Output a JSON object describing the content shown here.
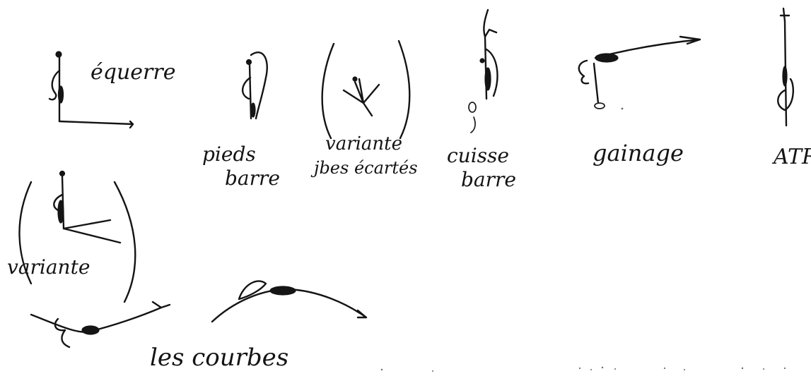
{
  "labels": {
    "equerre": "équerre",
    "pieds_line1": "pieds",
    "pieds_line2": "barre",
    "variante_pieds_line1": "variante",
    "variante_pieds_line2": "jbes écartés",
    "cuisse_line1": "cuisse",
    "cuisse_line2": "barre",
    "gainage": "gainage",
    "atr": "ATR",
    "variante": "variante",
    "courbes": "les courbes"
  }
}
